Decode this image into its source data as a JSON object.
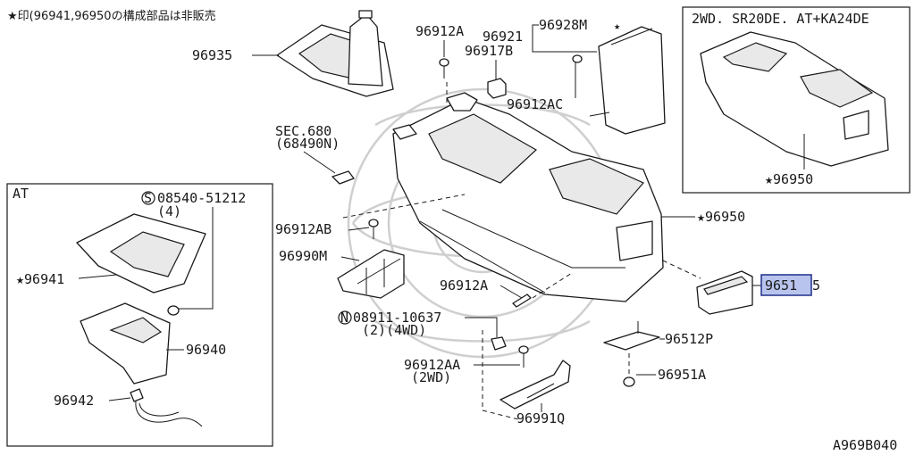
{
  "note": "★印(96941,96950の構成部品は非販売",
  "diagram_code": "A969B040",
  "highlight_color": "#b9c4ee",
  "inset_at": {
    "title": "AT"
  },
  "inset_2wd": {
    "title": "2WD. SR20DE. AT+KA24DE"
  },
  "labels": {
    "p96935": "96935",
    "p96912A": "96912A",
    "p96921": "96921",
    "p96928M": "96928M",
    "p96917B": "96917B",
    "p96912AC": "96912AC",
    "sec680": "SEC.680",
    "sec680_sub": "(68490N)",
    "p96912AB": "96912AB",
    "p96990M": "96990M",
    "p96950_main": "★96950",
    "p96951_highlight": "9651",
    "p96951_tail": "5",
    "p96912A_2": "96912A",
    "p08911": "08911-10637",
    "p08911_sub": "(2)(4WD)",
    "p08911_mark": "N",
    "p96512P": "96512P",
    "p96912AA": "96912AA",
    "p96912AA_sub": "(2WD)",
    "p96951A": "96951A",
    "p96991Q": "96991Q",
    "p08540": "08540-51212",
    "p08540_sub": "(4)",
    "p08540_mark": "S",
    "p96941": "★96941",
    "p96940": "96940",
    "p96942": "96942",
    "p96950_inset": "★96950"
  }
}
